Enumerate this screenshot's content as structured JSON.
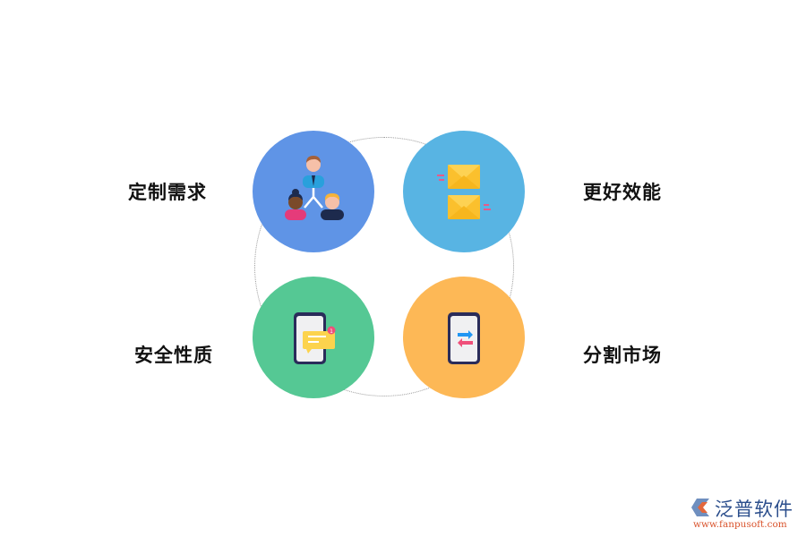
{
  "diagram": {
    "items": [
      {
        "label": "定制需求",
        "icon": "team-hierarchy-icon",
        "color": "#5f94e6"
      },
      {
        "label": "更好效能",
        "icon": "mail-envelopes-icon",
        "color": "#58b4e3"
      },
      {
        "label": "安全性质",
        "icon": "phone-notification-icon",
        "color": "#55c894"
      },
      {
        "label": "分割市场",
        "icon": "phone-transfer-icon",
        "color": "#fdb856"
      }
    ]
  },
  "logo": {
    "name": "泛普软件",
    "url": "www.fanpusoft.com"
  },
  "colors": {
    "blue": "#5f94e6",
    "sky": "#58b4e3",
    "green": "#55c894",
    "orange": "#fdb856",
    "envelope": "#fbc02d",
    "phone_frame": "#2a2c5a",
    "badge": "#ef4f7a"
  }
}
